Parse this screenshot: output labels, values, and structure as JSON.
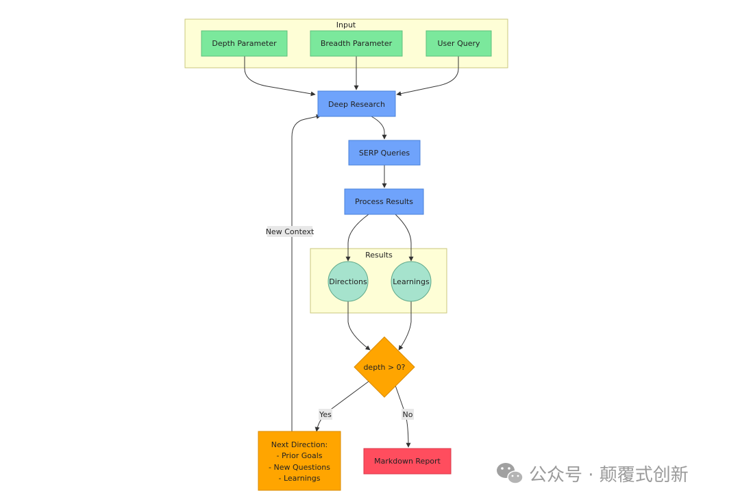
{
  "groups": {
    "input": {
      "label": "Input"
    },
    "results": {
      "label": "Results"
    }
  },
  "nodes": {
    "depth": "Depth Parameter",
    "breadth": "Breadth Parameter",
    "query": "User Query",
    "deep_research": "Deep Research",
    "serp": "SERP Queries",
    "process": "Process Results",
    "directions": "Directions",
    "learnings": "Learnings",
    "decision": "depth > 0?",
    "next_direction": {
      "line1": "Next Direction:",
      "line2": "- Prior Goals",
      "line3": "- New Questions",
      "line4": "- Learnings"
    },
    "report": "Markdown Report"
  },
  "edge_labels": {
    "new_context": "New Context",
    "yes": "Yes",
    "no": "No"
  },
  "watermark": {
    "text": "公众号 · 颠覆式创新",
    "icon": "wechat-icon"
  },
  "colors": {
    "group_fill": "#fefed6",
    "group_stroke": "#c9c77c",
    "input_node": "#7be89c",
    "process_node": "#6fa3fb",
    "result_node": "#a6e3cd",
    "decision_node": "#ffa500",
    "next_node": "#ffa500",
    "report_node": "#ff4d5e",
    "edge": "#333333",
    "edge_label_bg": "#e8e8e8"
  }
}
